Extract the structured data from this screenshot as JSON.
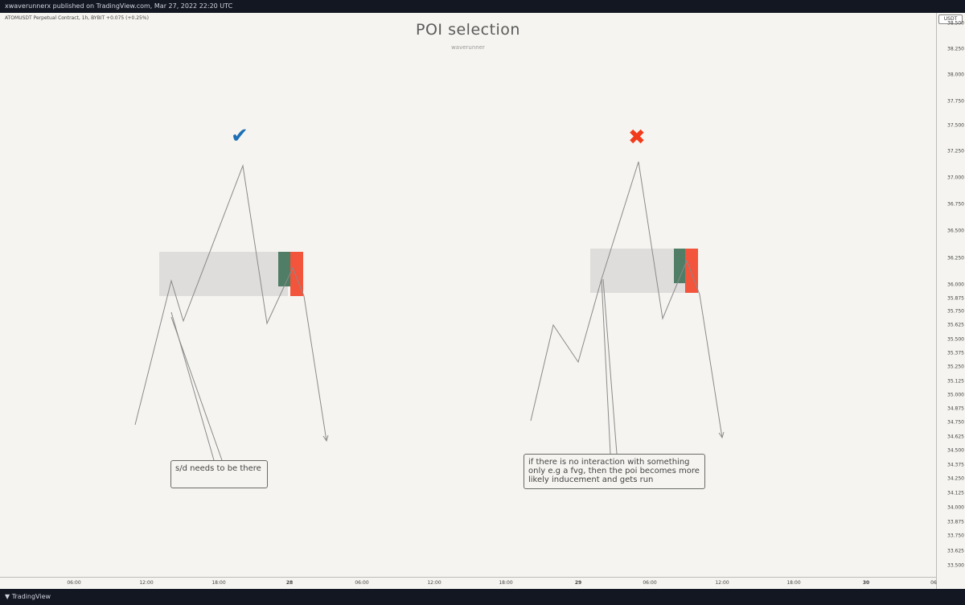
{
  "header": {
    "published": "xwaverunnerx published on TradingView.com, Mar 27, 2022 22:20 UTC"
  },
  "symbol": {
    "info": "ATOMUSDT Perpetual Contract, 1h, BYBIT  +0.075 (+0.25%)"
  },
  "title": "POI  selection",
  "author": "waverunner",
  "marks": {
    "check": "✔",
    "cross": "✖",
    "check_color": "#1e6fb4",
    "cross_color": "#f23b1d"
  },
  "notes": {
    "left": "s/d needs to be there",
    "right": "if there is no interaction with something only e.g a fvg, then the poi becomes more likely inducement and gets run"
  },
  "price_axis": {
    "currency": "USDT",
    "ticks": [
      "38.500",
      "38.250",
      "38.000",
      "37.750",
      "37.500",
      "37.250",
      "37.000",
      "36.750",
      "36.500",
      "36.250",
      "36.000",
      "35.875",
      "35.750",
      "35.625",
      "35.500",
      "35.375",
      "35.250",
      "35.125",
      "35.000",
      "34.875",
      "34.750",
      "34.625",
      "34.500",
      "34.375",
      "34.250",
      "34.125",
      "34.000",
      "33.875",
      "33.750",
      "33.625",
      "33.500"
    ]
  },
  "time_axis": {
    "ticks": [
      "06:00",
      "12:00",
      "18:00",
      "28",
      "06:00",
      "12:00",
      "18:00",
      "29",
      "06:00",
      "12:00",
      "18:00",
      "30",
      "06"
    ]
  },
  "footer": {
    "brand": "TradingView"
  },
  "colors": {
    "zone": "#dedddb",
    "green": "#4f7d66",
    "red": "#f2543c",
    "line": "#8a8a8a"
  }
}
